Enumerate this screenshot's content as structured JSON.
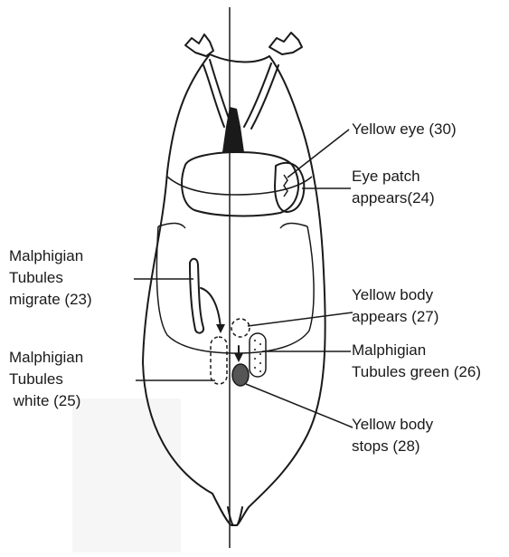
{
  "labels": {
    "yellow_eye": [
      "Yellow eye (30)"
    ],
    "eye_patch": [
      "Eye patch",
      "appears(24)"
    ],
    "mt_migrate": [
      "Malphigian",
      "Tubules",
      "migrate (23)"
    ],
    "yellow_body_appears": [
      "Yellow body",
      "appears (27)"
    ],
    "mt_white": [
      "Malphigian",
      "Tubules",
      " white (25)"
    ],
    "mt_green": [
      "Malphigian",
      "Tubules green (26)"
    ],
    "yellow_body_stops": [
      "Yellow body",
      "stops (28)"
    ]
  },
  "colors": {
    "ink": "#1a1a1a",
    "background": "#ffffff"
  }
}
